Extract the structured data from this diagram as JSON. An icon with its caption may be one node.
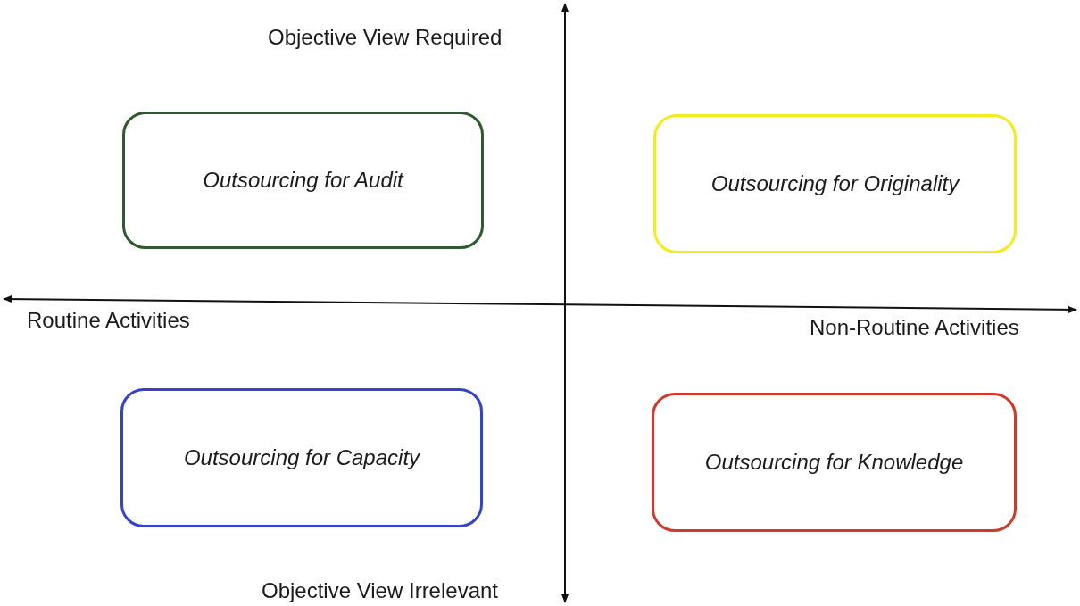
{
  "diagram": {
    "nodes": [
      {
        "text": [
          "Outsourcing for Audit"
        ]
      },
      {
        "text": [
          "Outsourcing for Originality"
        ]
      },
      {
        "text": [
          "Outsourcing for Capacity"
        ]
      },
      {
        "text": [
          "Outsourcing for Knowledge"
        ]
      }
    ],
    "labels": [
      "Objective View Required",
      "Routine Activities",
      "Non-Routine Activities",
      "Objective View Irrelevant"
    ]
  }
}
